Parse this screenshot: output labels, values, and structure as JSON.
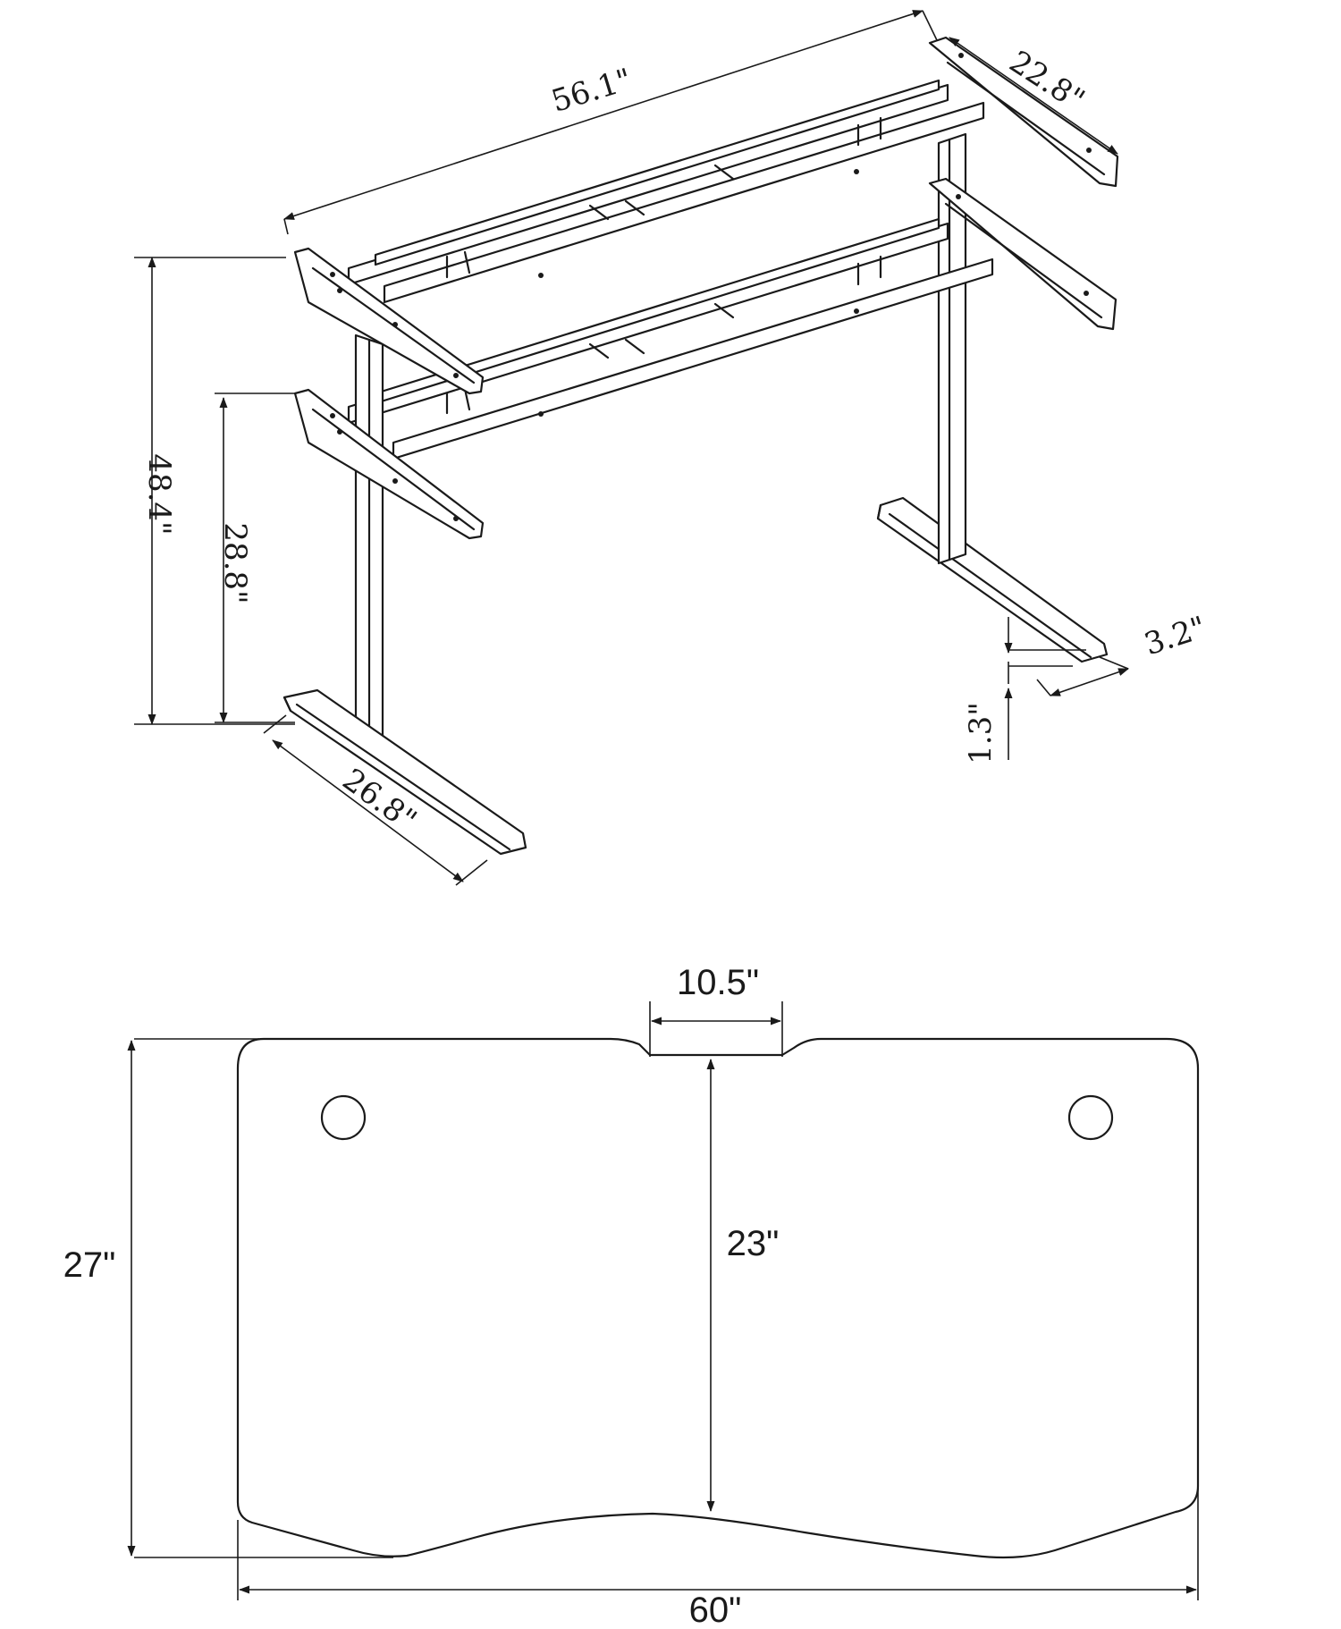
{
  "frame_dimensions": {
    "frame_length": "56.1\"",
    "frame_depth": "22.8\"",
    "max_height": "48.4\"",
    "min_height": "28.8\"",
    "foot_length": "26.8\"",
    "foot_width": "3.2\"",
    "foot_height": "1.3\""
  },
  "desktop_dimensions": {
    "width": "60\"",
    "depth": "27\"",
    "center_depth": "23\"",
    "notch_width": "10.5\""
  },
  "colors": {
    "line": "#1a1a1a",
    "background": "#ffffff"
  }
}
